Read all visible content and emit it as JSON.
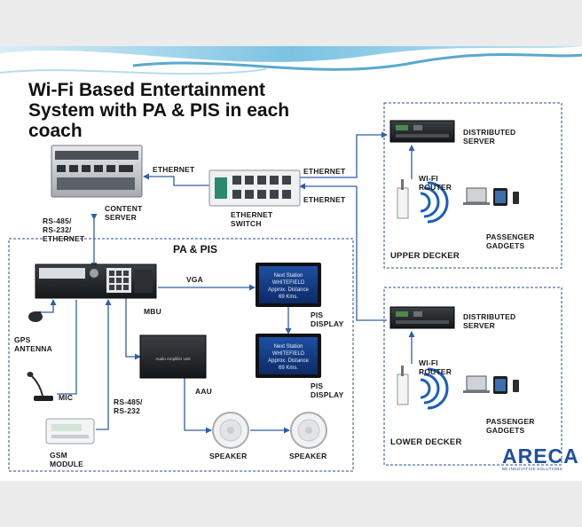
{
  "title": "Wi-Fi Based Entertainment\nSystem with PA & PIS in each\ncoach",
  "groups": {
    "pa_pis": "PA & PIS"
  },
  "labels": {
    "content_server": "CONTENT\nSERVER",
    "ethernet_switch": "ETHERNET\nSWITCH",
    "ethernet_a": "ETHERNET",
    "ethernet_b": "ETHERNET",
    "ethernet_c": "ETHERNET",
    "rs485_eth": "RS-485/\nRS-232/\nETHERNET",
    "vga": "VGA",
    "mbu": "MBU",
    "gps": "GPS\nANTENNA",
    "mic": "MIC",
    "rs485": "RS-485/\nRS-232",
    "gsm": "GSM\nMODULE",
    "aau": "AAU",
    "pis_display_1": "PIS\nDISPLAY",
    "pis_display_2": "PIS\nDISPLAY",
    "speaker_1": "SPEAKER",
    "speaker_2": "SPEAKER",
    "upper_server": "DISTRIBUTED\nSERVER",
    "upper_router": "WI-FI\nROUTER",
    "upper_gadgets": "PASSENGER\nGADGETS",
    "upper_decker": "UPPER DECKER",
    "lower_server": "DISTRIBUTED\nSERVER",
    "lower_router": "WI-FI\nROUTER",
    "lower_gadgets": "PASSENGER\nGADGETS",
    "lower_decker": "LOWER DECKER"
  },
  "pis_screen": {
    "line1": "Next Station",
    "line2": "WHITEFIELD",
    "line3": "Approx. Distance",
    "line4": "69 Kms."
  },
  "aau_screen": "Audio Amplifier Unit",
  "brand": {
    "name": "ARECA",
    "tagline": "BE INNOVATIVE SOLUTIONS"
  },
  "colors": {
    "arrow": "#2e5fa8",
    "dashed_border": "#2b4f86",
    "wave": "#6fb6d8",
    "wifi": "#1c5fb8"
  }
}
